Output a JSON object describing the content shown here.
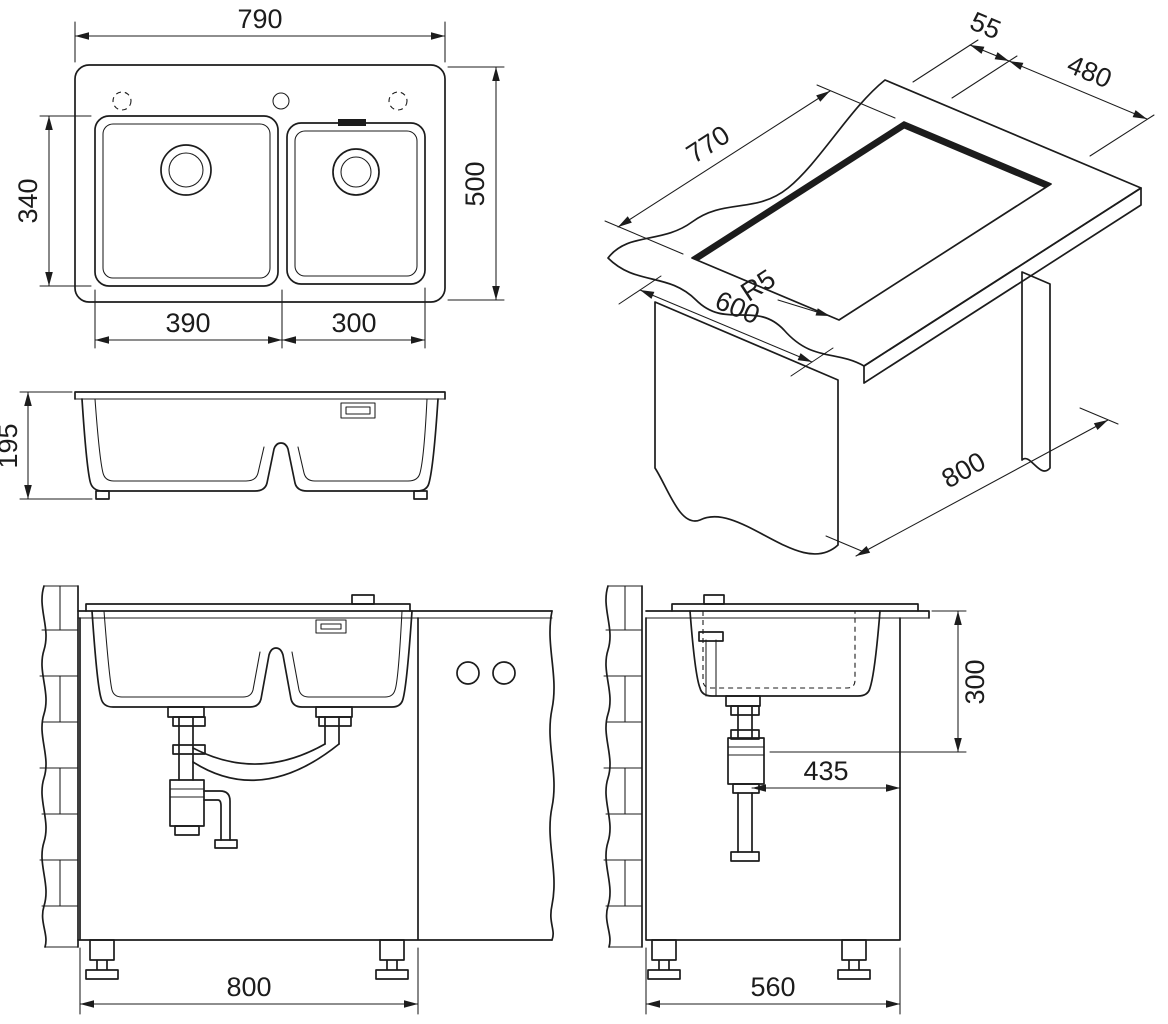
{
  "colors": {
    "ink": "#1c1c1c",
    "background": "#ffffff"
  },
  "dims": {
    "top": {
      "width": "790",
      "depth": "500",
      "bowl_front": "340",
      "bowl_left": "390",
      "bowl_right": "300"
    },
    "profile": {
      "height": "195"
    },
    "iso": {
      "edge_gap": "55",
      "cutout_depth": "480",
      "cutout_width": "770",
      "worktop_depth": "600",
      "radius": "R5",
      "cabinet_width": "800"
    },
    "front": {
      "cabinet_width": "800"
    },
    "side": {
      "install_depth": "300",
      "trap_offset": "435",
      "cabinet_depth": "560"
    }
  }
}
